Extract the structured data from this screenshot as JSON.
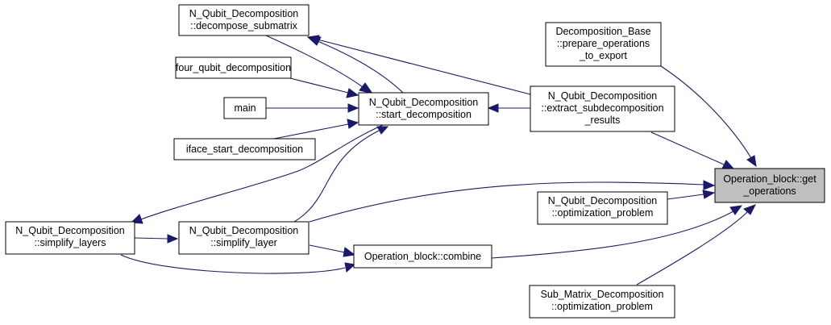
{
  "colors": {
    "edge": "#191970",
    "highlight_fill": "#bfbfbf",
    "node_border": "#000000"
  },
  "nodes": {
    "decompose_submatrix": [
      "N_Qubit_Decomposition",
      "::decompose_submatrix"
    ],
    "four_qubit": [
      "four_qubit_decomposition"
    ],
    "main": [
      "main"
    ],
    "iface_start": [
      "iface_start_decomposition"
    ],
    "start_decomposition": [
      "N_Qubit_Decomposition",
      "::start_decomposition"
    ],
    "prepare_ops": [
      "Decomposition_Base",
      "::prepare_operations",
      "_to_export"
    ],
    "extract_sub": [
      "N_Qubit_Decomposition",
      "::extract_subdecomposition",
      "_results"
    ],
    "get_operations": [
      "Operation_block::get",
      "_operations"
    ],
    "nq_optimization": [
      "N_Qubit_Decomposition",
      "::optimization_problem"
    ],
    "simplify_layers": [
      "N_Qubit_Decomposition",
      "::simplify_layers"
    ],
    "simplify_layer": [
      "N_Qubit_Decomposition",
      "::simplify_layer"
    ],
    "combine": [
      "Operation_block::combine"
    ],
    "sub_optimization": [
      "Sub_Matrix_Decomposition",
      "::optimization_problem"
    ]
  }
}
